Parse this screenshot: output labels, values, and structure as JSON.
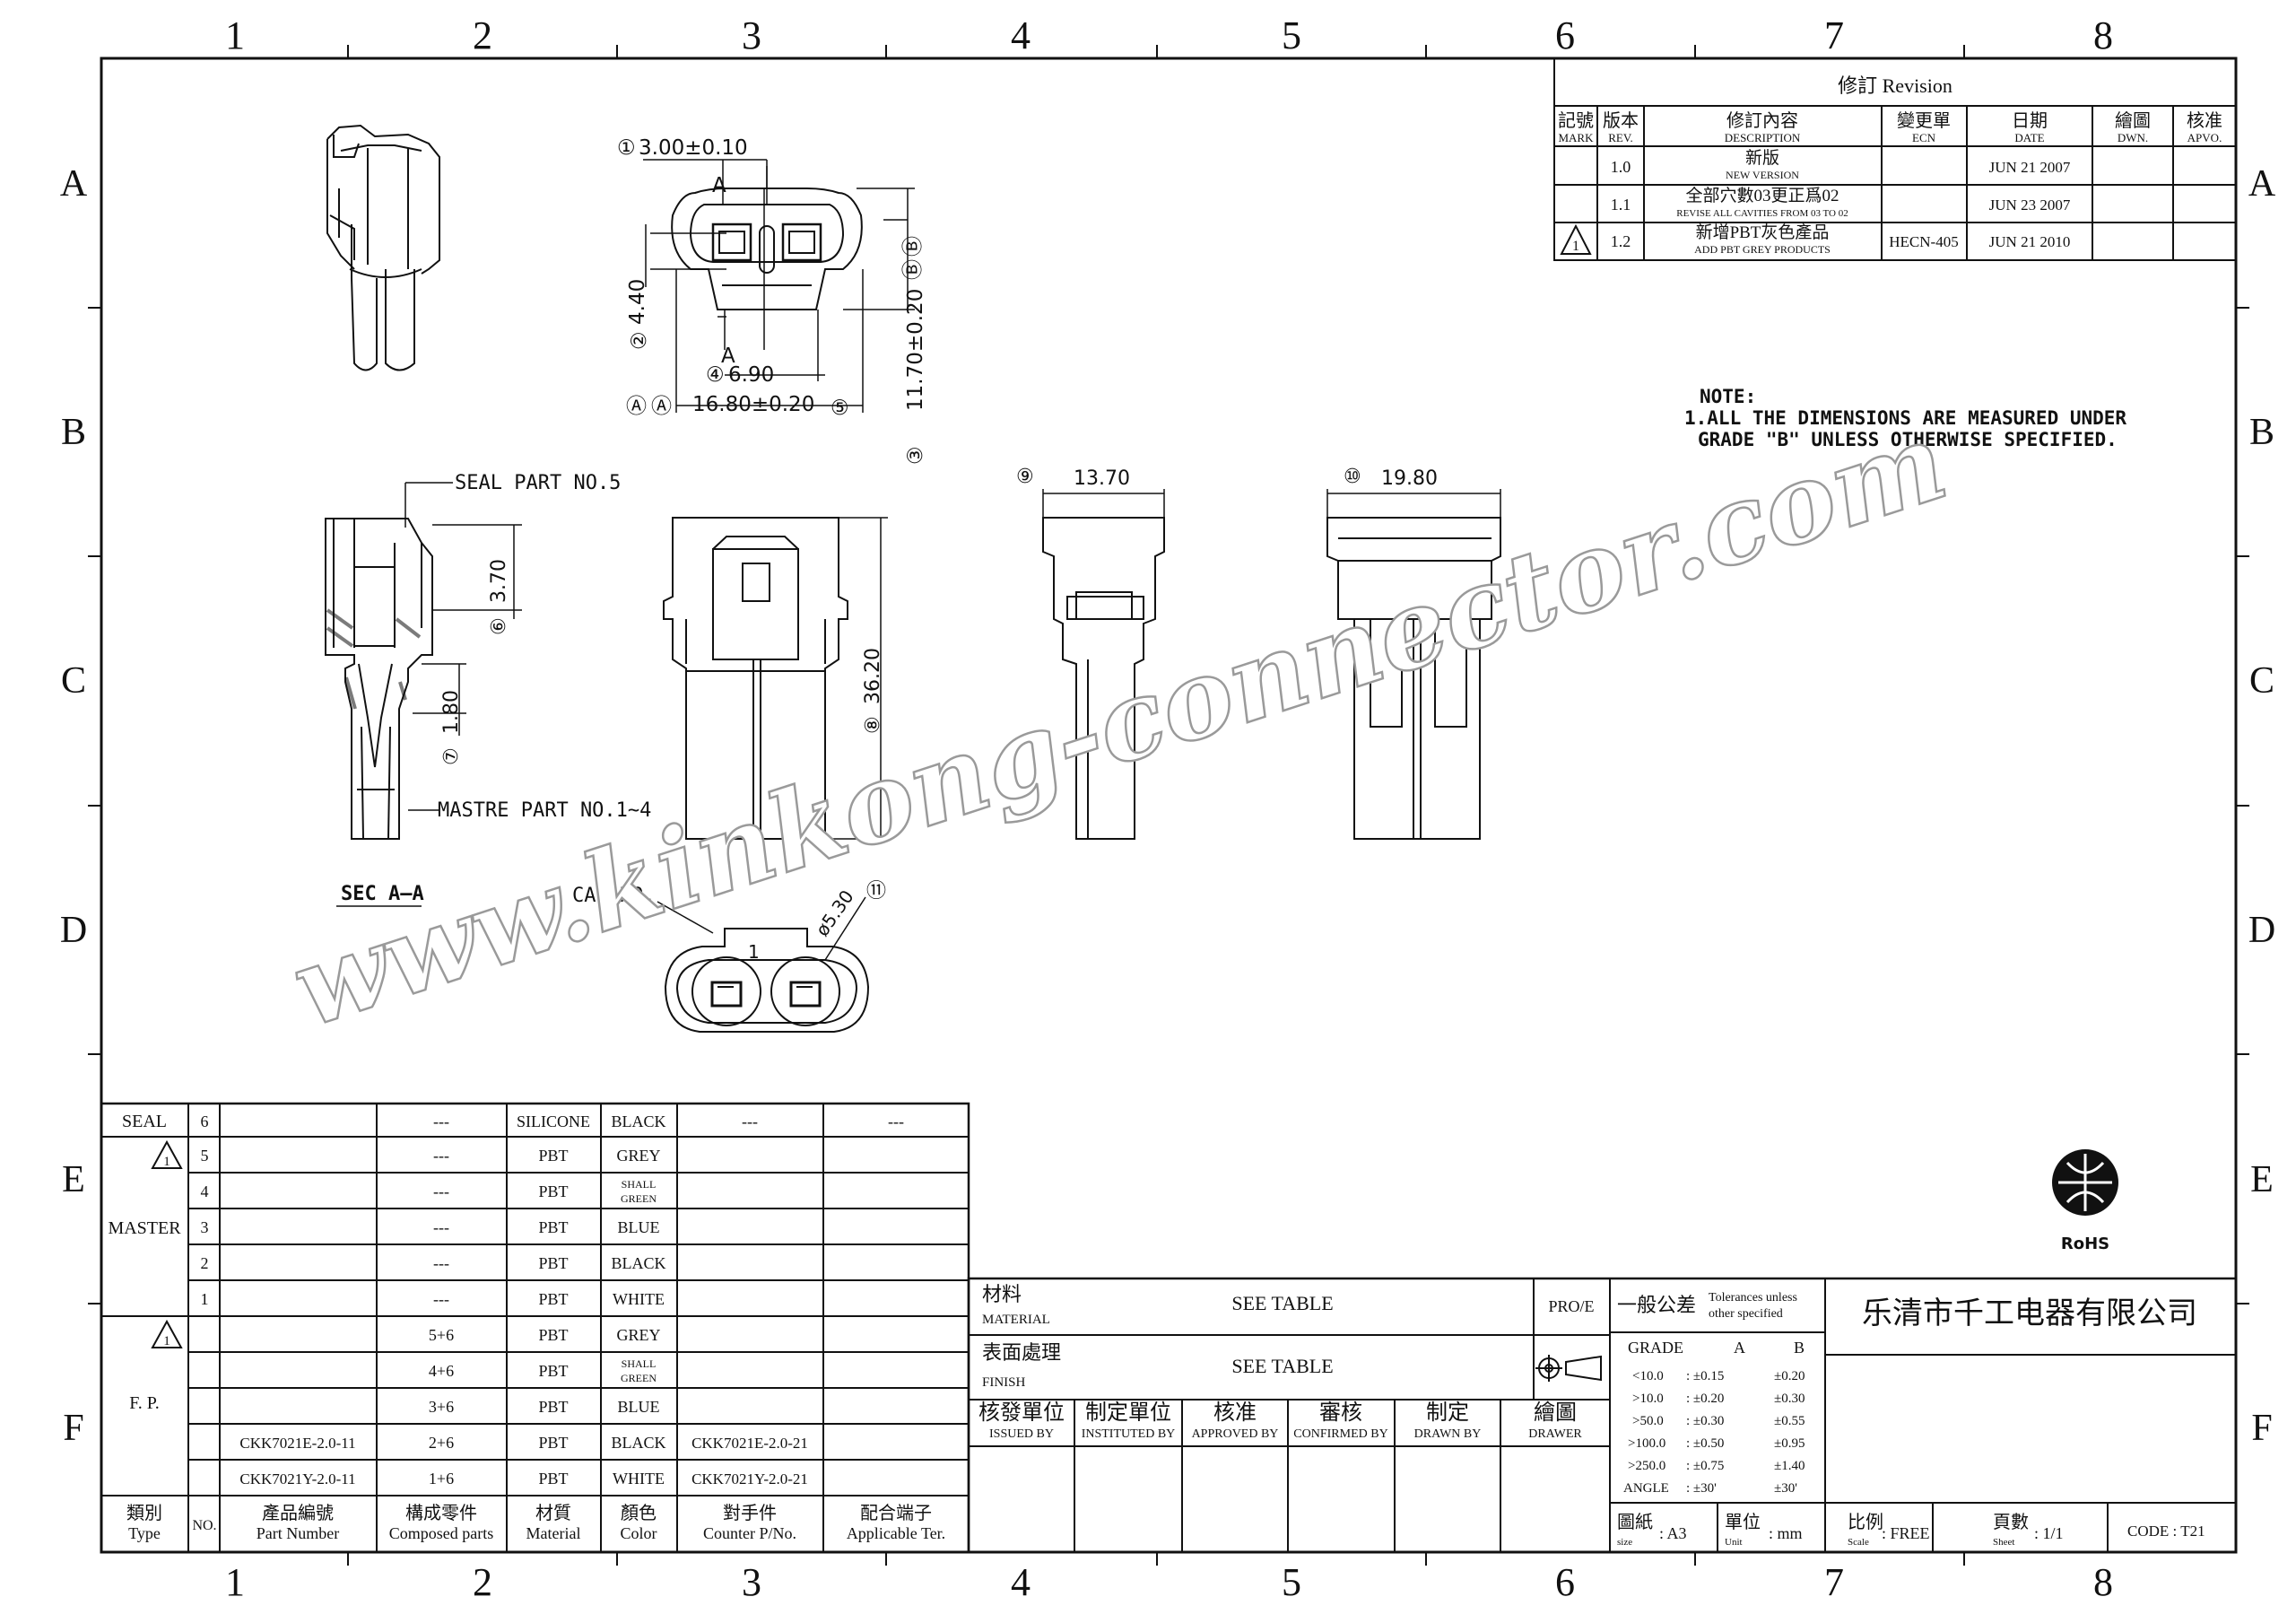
{
  "border": {
    "cols": [
      "1",
      "2",
      "3",
      "4",
      "5",
      "6",
      "7",
      "8"
    ],
    "rows": [
      "A",
      "B",
      "C",
      "D",
      "E",
      "F"
    ]
  },
  "revision": {
    "title": "修訂 Revision",
    "headers": [
      {
        "zh": "記號",
        "en": "MARK"
      },
      {
        "zh": "版本",
        "en": "REV."
      },
      {
        "zh": "修訂內容",
        "en": "DESCRIPTION"
      },
      {
        "zh": "變更單",
        "en": "ECN"
      },
      {
        "zh": "日期",
        "en": "DATE"
      },
      {
        "zh": "繪圖",
        "en": "DWN."
      },
      {
        "zh": "核准",
        "en": "APVO."
      }
    ],
    "rows": [
      {
        "mark": "",
        "rev": "1.0",
        "desc_zh": "新版",
        "desc_en": "NEW VERSION",
        "ecn": "",
        "date": "JUN 21 2007"
      },
      {
        "mark": "",
        "rev": "1.1",
        "desc_zh": "全部穴數03更正爲02",
        "desc_en": "REVISE ALL CAVITIES FROM 03 TO 02",
        "ecn": "",
        "date": "JUN 23 2007"
      },
      {
        "mark": "1",
        "rev": "1.2",
        "desc_zh": "新增PBT灰色產品",
        "desc_en": "ADD PBT GREY PRODUCTS",
        "ecn": "HECN-405",
        "date": "JUN 21 2010"
      }
    ]
  },
  "note": {
    "title": "NOTE:",
    "line1": "1.ALL THE DIMENSIONS ARE MEASURED UNDER",
    "line2": "GRADE \"B\" UNLESS OTHERWISE SPECIFIED."
  },
  "dims": {
    "d1": "3.00±0.10",
    "d2": "4.40",
    "d3": "11.70±0.20",
    "d4": "6.90",
    "d5": "16.80±0.20",
    "d6": "3.70",
    "d7": "1.80",
    "d8": "36.20",
    "d9": "13.70",
    "d10": "19.80",
    "d11": "ø5.30",
    "n1": "①",
    "n2": "②",
    "n3": "③",
    "n4": "④",
    "n5": "⑤",
    "n6": "⑥",
    "n7": "⑦",
    "n8": "⑧",
    "n9": "⑨",
    "n10": "⑩",
    "n11": "⑪",
    "circA": "Ⓐ",
    "circB": "Ⓑ",
    "sectA": "A",
    "cav1": "1",
    "seal_part": "SEAL PART NO.5",
    "master_part": "MASTRE PART NO.1~4",
    "sec_label": "SEC A—A",
    "cav_no": "CAV NO."
  },
  "watermark": "www.kinkong-connector.com",
  "rohs": "RoHS",
  "parts": {
    "headers": [
      {
        "zh": "類別",
        "en": "Type"
      },
      {
        "zh": "",
        "en": "NO."
      },
      {
        "zh": "產品編號",
        "en": "Part Number"
      },
      {
        "zh": "構成零件",
        "en": "Composed parts"
      },
      {
        "zh": "材質",
        "en": "Material"
      },
      {
        "zh": "顏色",
        "en": "Color"
      },
      {
        "zh": "對手件",
        "en": "Counter P/No."
      },
      {
        "zh": "配合端子",
        "en": "Applicable Ter."
      }
    ],
    "groups": {
      "seal": "SEAL",
      "master": "MASTER",
      "fp": "F. P.",
      "warn": "1"
    },
    "rows": [
      {
        "no": "6",
        "pn": "",
        "comp": "---",
        "mat": "SILICONE",
        "color": "BLACK",
        "counter": "---",
        "ter": "---"
      },
      {
        "no": "5",
        "pn": "",
        "comp": "---",
        "mat": "PBT",
        "color": "GREY",
        "counter": "",
        "ter": ""
      },
      {
        "no": "4",
        "pn": "",
        "comp": "---",
        "mat": "PBT",
        "color": "SHALL",
        "color2": "GREEN",
        "counter": "",
        "ter": ""
      },
      {
        "no": "3",
        "pn": "",
        "comp": "---",
        "mat": "PBT",
        "color": "BLUE",
        "counter": "",
        "ter": ""
      },
      {
        "no": "2",
        "pn": "",
        "comp": "---",
        "mat": "PBT",
        "color": "BLACK",
        "counter": "",
        "ter": ""
      },
      {
        "no": "1",
        "pn": "",
        "comp": "---",
        "mat": "PBT",
        "color": "WHITE",
        "counter": "",
        "ter": ""
      },
      {
        "no": "",
        "pn": "",
        "comp": "5+6",
        "mat": "PBT",
        "color": "GREY",
        "counter": "",
        "ter": ""
      },
      {
        "no": "",
        "pn": "",
        "comp": "4+6",
        "mat": "PBT",
        "color": "SHALL",
        "color2": "GREEN",
        "counter": "",
        "ter": ""
      },
      {
        "no": "",
        "pn": "",
        "comp": "3+6",
        "mat": "PBT",
        "color": "BLUE",
        "counter": "",
        "ter": ""
      },
      {
        "no": "",
        "pn": "CKK7021E-2.0-11",
        "comp": "2+6",
        "mat": "PBT",
        "color": "BLACK",
        "counter": "CKK7021E-2.0-21",
        "ter": ""
      },
      {
        "no": "",
        "pn": "CKK7021Y-2.0-11",
        "comp": "1+6",
        "mat": "PBT",
        "color": "WHITE",
        "counter": "CKK7021Y-2.0-21",
        "ter": ""
      }
    ]
  },
  "title_block": {
    "material_zh": "材料",
    "material_en": "MATERIAL",
    "material_val": "SEE TABLE",
    "finish_zh": "表面處理",
    "finish_en": "FINISH",
    "finish_val": "SEE TABLE",
    "proj": "PRO/E",
    "tol_zh": "一般公差",
    "tol_en1": "Tolerances unless",
    "tol_en2": "other specified",
    "company": "乐清市千工电器有限公司",
    "grade": "GRADE",
    "grade_a": "A",
    "grade_b": "B",
    "tol_rows": [
      {
        "r": "<10.0",
        "a": ": ±0.15",
        "b": "±0.20"
      },
      {
        "r": ">10.0",
        "a": ": ±0.20",
        "b": "±0.30"
      },
      {
        "r": ">50.0",
        "a": ": ±0.30",
        "b": "±0.55"
      },
      {
        "r": ">100.0",
        "a": ": ±0.50",
        "b": "±0.95"
      },
      {
        "r": ">250.0",
        "a": ": ±0.75",
        "b": "±1.40"
      },
      {
        "r": "ANGLE",
        "a": ": ±30'",
        "b": "±30'"
      }
    ],
    "sig": [
      {
        "zh": "核發單位",
        "en": "ISSUED BY"
      },
      {
        "zh": "制定單位",
        "en": "INSTITUTED BY"
      },
      {
        "zh": "核准",
        "en": "APPROVED BY"
      },
      {
        "zh": "審核",
        "en": "CONFIRMED BY"
      },
      {
        "zh": "制定",
        "en": "DRAWN BY"
      },
      {
        "zh": "繪圖",
        "en": "DRAWER"
      }
    ],
    "size_zh": "圖紙",
    "size_en": "size",
    "size_val": ": A3",
    "unit_zh": "單位",
    "unit_en": "Unit",
    "unit_val": ": mm",
    "scale_zh": "比例",
    "scale_en": "Scale",
    "scale_val": ": FREE",
    "sheet_zh": "頁數",
    "sheet_en": "Sheet",
    "sheet_val": ": 1/1",
    "code": "CODE : T21"
  }
}
